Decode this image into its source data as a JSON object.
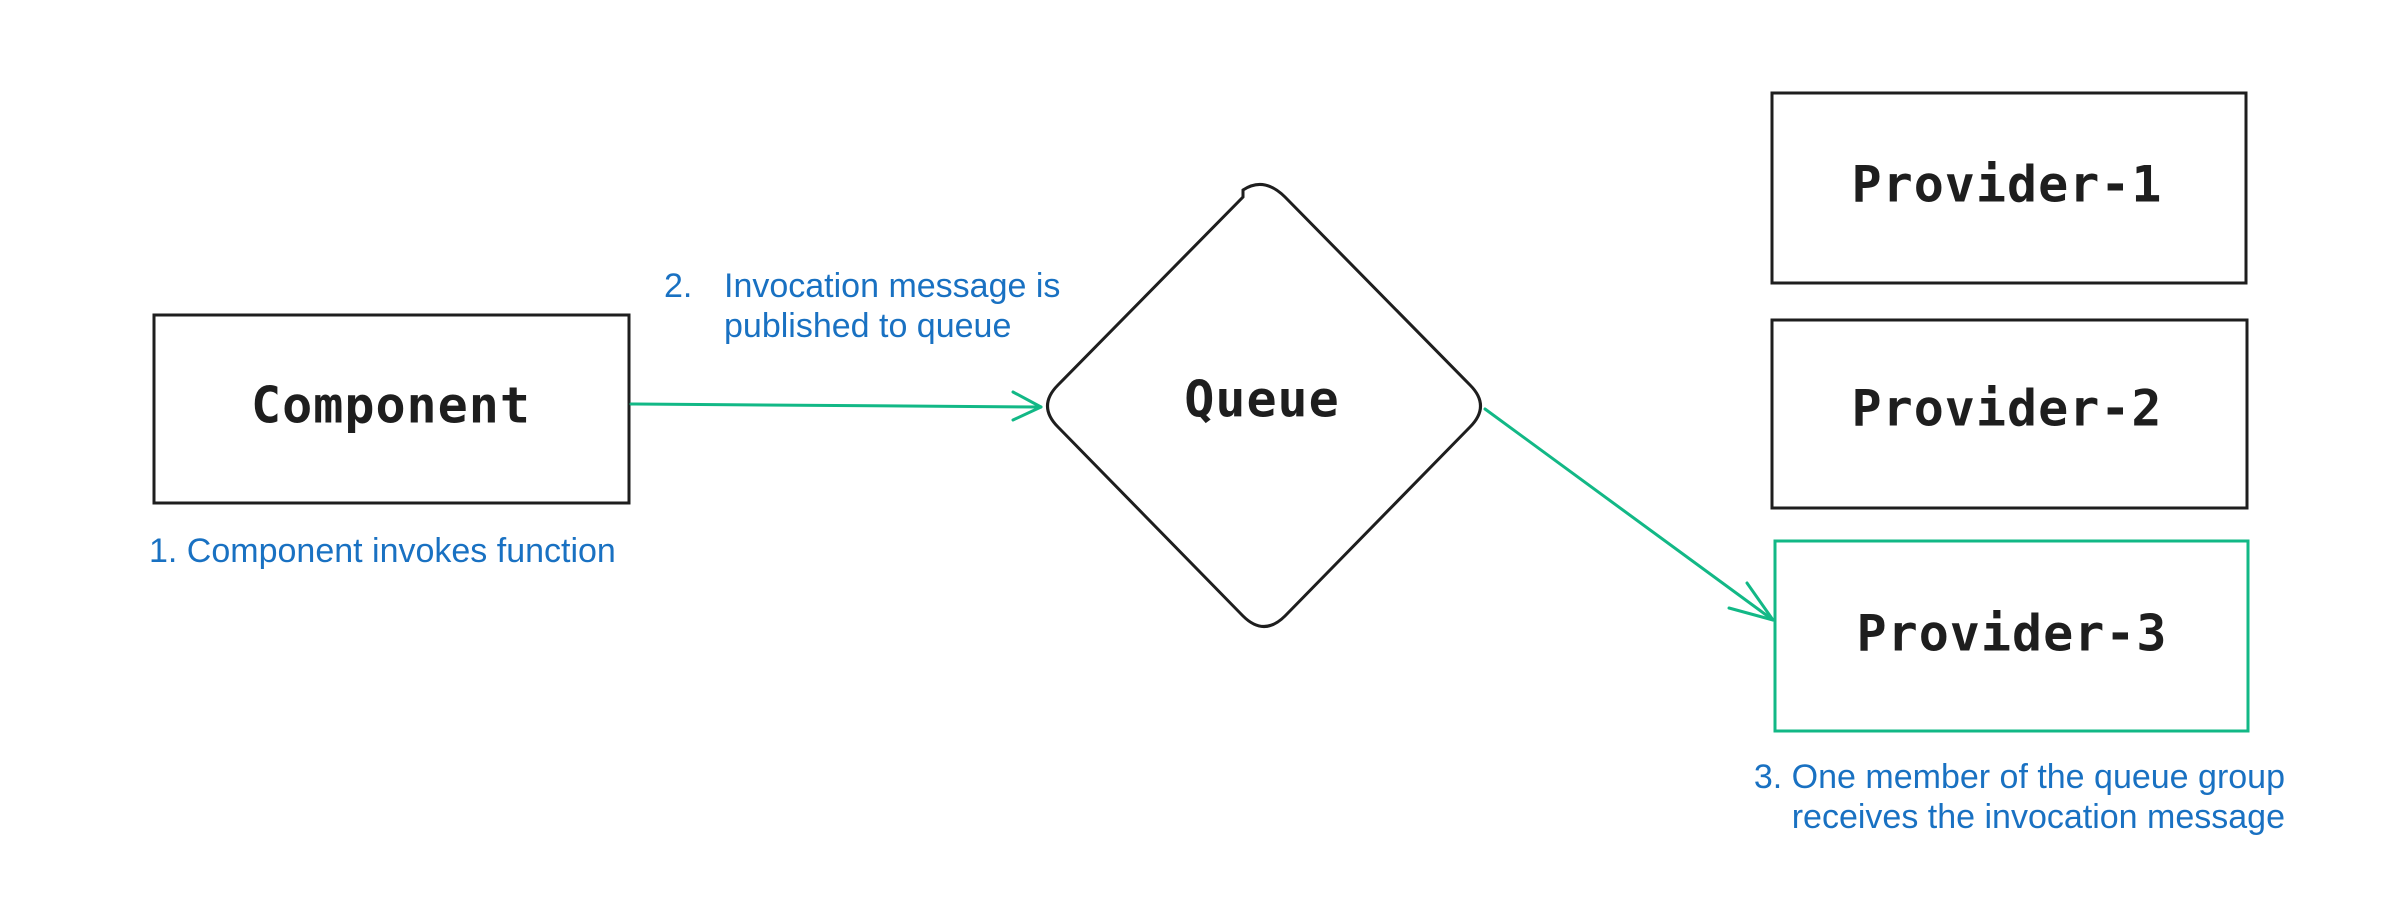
{
  "nodes": {
    "component": "Component",
    "queue": "Queue",
    "provider_1": "Provider-1",
    "provider_2": "Provider-2",
    "provider_3": "Provider-3"
  },
  "notes": {
    "step_1": "1. Component invokes function",
    "step_2_number": "2.",
    "step_2_line1": "Invocation message is",
    "step_2_line2": "published to queue",
    "step_3_line1": "3. One member of the queue group",
    "step_3_line2": "receives the invocation message"
  },
  "colors": {
    "stroke": "#1e1e1e",
    "accent": "#12b886",
    "note_text": "#1971c2"
  }
}
